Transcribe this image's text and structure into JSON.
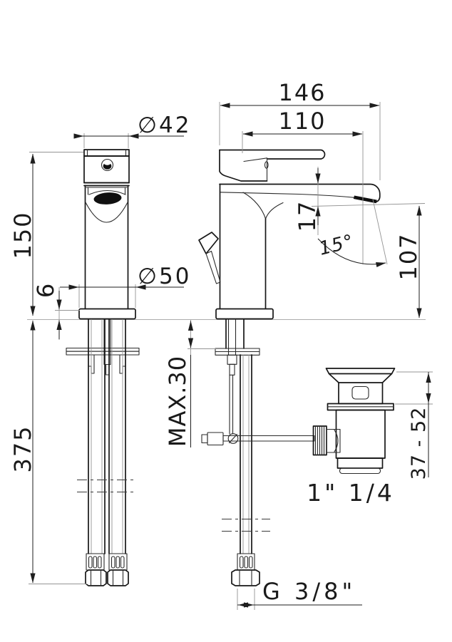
{
  "title": "basin-mixer-technical-drawing",
  "colors": {
    "line": "#161616",
    "dimension": "#1e1e1e",
    "extension": "#949494",
    "background": "#ffffff"
  },
  "dims": {
    "dia_top": "∅42",
    "body_height": "150",
    "base_height": "6",
    "dia_base": "∅50",
    "hose_length": "375",
    "depth": "146",
    "spout_reach": "110",
    "spout_tip": "17",
    "spout_angle": "15°",
    "spout_height": "107",
    "max_deck": "MAX.30",
    "waste_range": "37 - 52",
    "waste_size": "1\" 1/4",
    "supply_thread": "G 3/8\""
  }
}
